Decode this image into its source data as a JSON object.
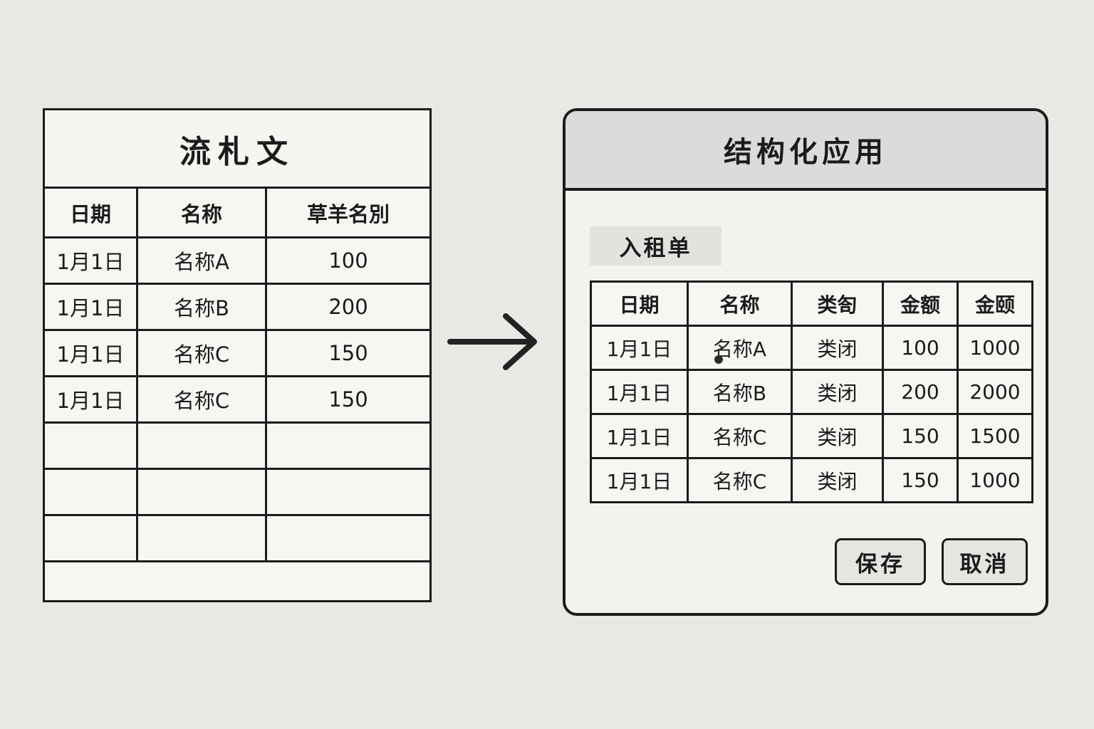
{
  "colors": {
    "page_background": "#e9e8e5",
    "cell_background": "#f7f6f3",
    "panel_background": "#f3f2ef",
    "titlebar_background": "#dcdbd9",
    "tag_background": "#e3e2df",
    "button_background": "#e6e5e2",
    "border": "#1b1b1b"
  },
  "source_table": {
    "title": "流札文",
    "headers": [
      "日期",
      "名称",
      "草羊名別"
    ],
    "rows": [
      [
        "1月1日",
        "名称A",
        "100"
      ],
      [
        "1月1日",
        "名称B",
        "200"
      ],
      [
        "1月1日",
        "名称C",
        "150"
      ],
      [
        "1月1日",
        "名称C",
        "150"
      ]
    ]
  },
  "arrow": {
    "name": "right-arrow"
  },
  "app_panel": {
    "title": "结构化应用",
    "tag_label": "入租单",
    "table": {
      "headers": [
        "日期",
        "名称",
        "类匌",
        "金额",
        "金颐"
      ],
      "rows": [
        [
          "1月1日",
          "名称A",
          "类闭",
          "100",
          "1000"
        ],
        [
          "1月1日",
          "名称B",
          "类闭",
          "200",
          "2000"
        ],
        [
          "1月1日",
          "名称C",
          "类闭",
          "150",
          "1500"
        ],
        [
          "1月1日",
          "名称C",
          "类闭",
          "150",
          "1000"
        ]
      ]
    },
    "save_label": "保存",
    "cancel_label": "取消"
  }
}
